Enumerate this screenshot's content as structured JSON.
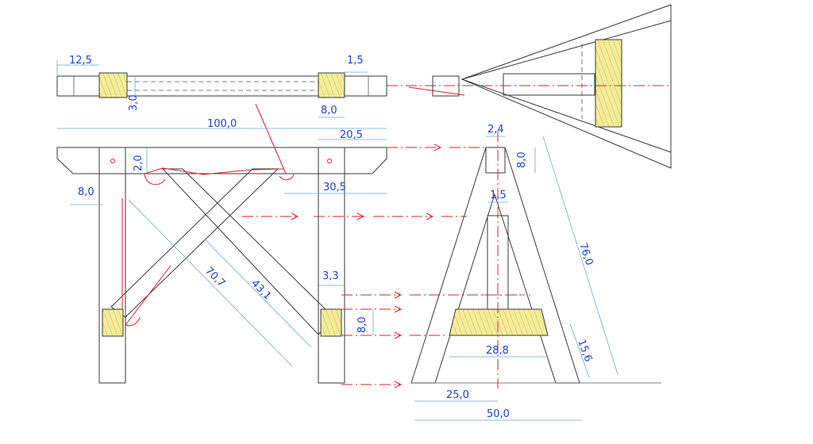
{
  "colors": {
    "outline": "#3a3a3a",
    "dimension": "#6aa8d8",
    "dimension_text": "#1c3fd8",
    "center_line": "#e0202a",
    "hatch_fill": "#f3ec9a",
    "hatch_line": "#c8b64a"
  },
  "dimensions": {
    "d1": "12,5",
    "d2": "1,5",
    "d3": "3,0",
    "d4": "8,0",
    "d5": "100,0",
    "d6": "20,5",
    "d7": "2,0",
    "d8": "8,0",
    "d9": "30,5",
    "d10": "70,7",
    "d11": "43,1",
    "d12": "3,3",
    "d13": "8,0",
    "d14": "2,4",
    "d15": "8,0",
    "d16": "1,5",
    "d17": "76,0",
    "d18": "28,8",
    "d19": "15,6",
    "d20": "25,0",
    "d21": "50,0"
  }
}
